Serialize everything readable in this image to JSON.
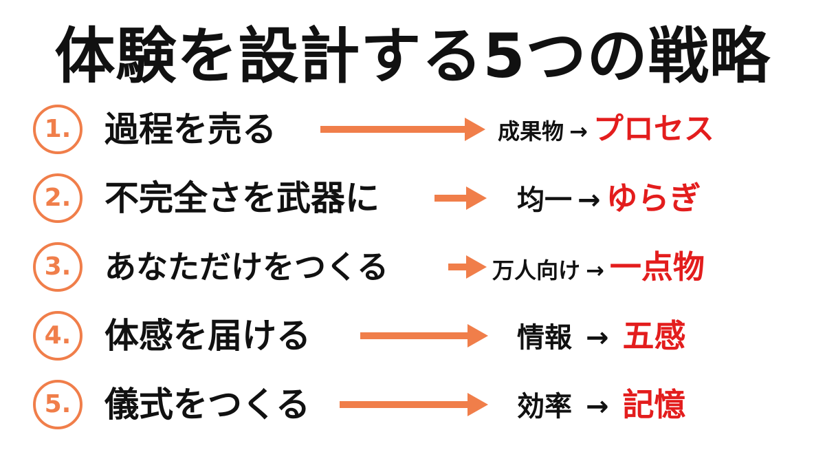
{
  "title": "体験を設計する5つの戦略",
  "colors": {
    "accent_orange": "#F07E4A",
    "highlight_red": "#E31D1D",
    "text": "#111111",
    "background": "#FFFFFF"
  },
  "transition_arrow": "→",
  "strategies": [
    {
      "number": "1.",
      "label": "過程を売る",
      "from": "成果物",
      "to": "プロセス"
    },
    {
      "number": "2.",
      "label": "不完全さを武器に",
      "from": "均一",
      "to": "ゆらぎ"
    },
    {
      "number": "3.",
      "label": "あなただけをつくる",
      "from": "万人向け",
      "to": "一点物"
    },
    {
      "number": "4.",
      "label": "体感を届ける",
      "from": "情報",
      "to": "五感"
    },
    {
      "number": "5.",
      "label": "儀式をつくる",
      "from": "効率",
      "to": "記憶"
    }
  ]
}
